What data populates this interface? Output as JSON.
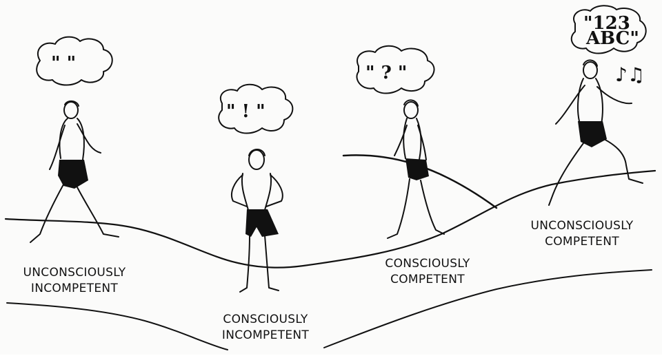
{
  "stages": [
    {
      "line1": "UNCONSCIOUSLY",
      "line2": "INCOMPETENT",
      "thought": "\"      \""
    },
    {
      "line1": "CONSCIOUSLY",
      "line2": "INCOMPETENT",
      "thought": "\" ! \""
    },
    {
      "line1": "CONSCIOUSLY",
      "line2": "COMPETENT",
      "thought": "\" ? \""
    },
    {
      "line1": "UNCONSCIOUSLY",
      "line2": "COMPETENT",
      "thought_line1": "\"123",
      "thought_line2": "ABC\""
    }
  ],
  "colors": {
    "ink": "#111111",
    "paper": "#fbfbfa"
  }
}
